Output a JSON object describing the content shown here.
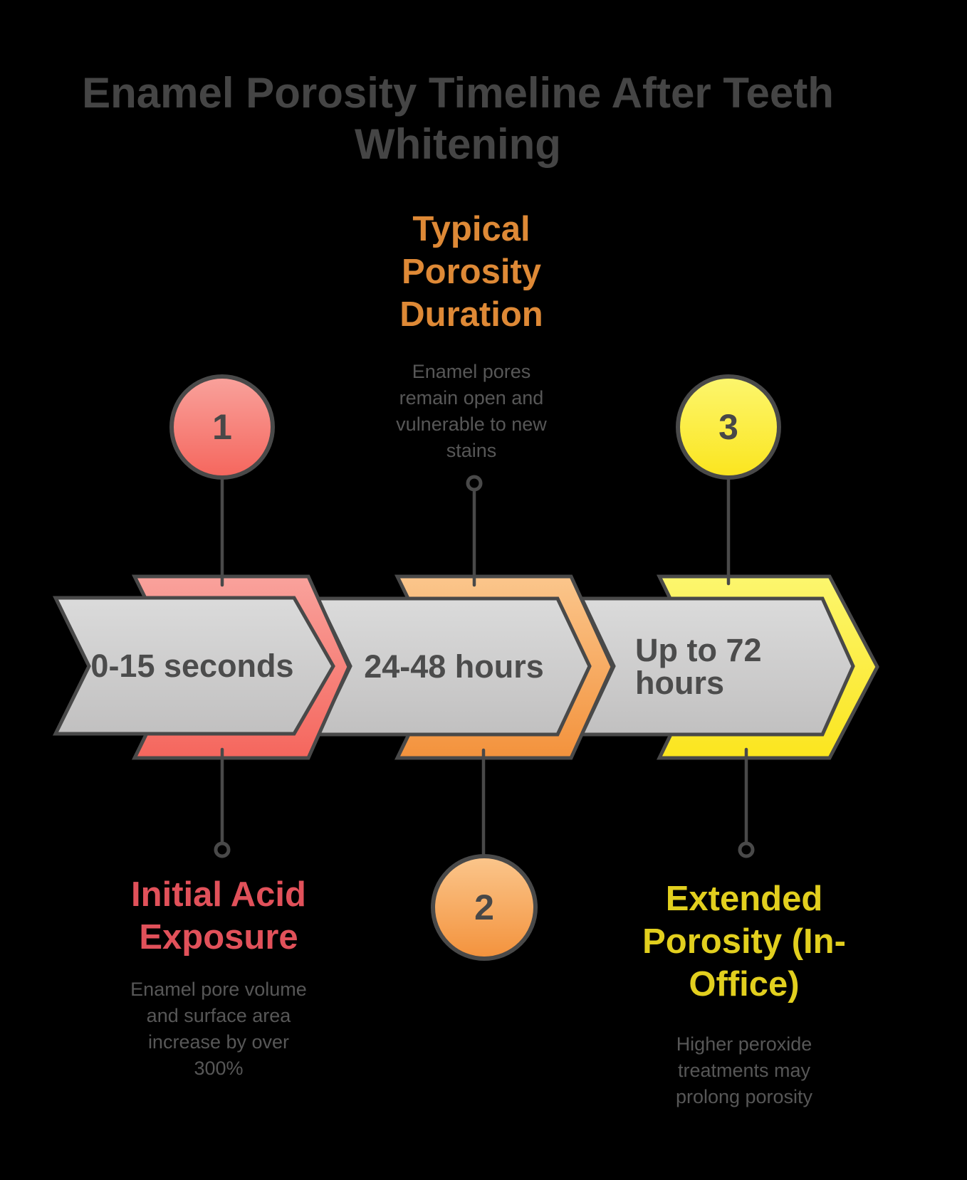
{
  "title": "Enamel Porosity Timeline After Teeth Whitening",
  "steps": [
    {
      "number": "1",
      "label": "0-15 seconds",
      "heading": "Initial Acid Exposure",
      "description": "Enamel pore volume and surface area increase by over 300%",
      "accent_color_top": "#f9a29c",
      "accent_color_bottom": "#f5665d",
      "heading_color": "#e1515a"
    },
    {
      "number": "2",
      "label": "24-48 hours",
      "heading": "Typical Porosity Duration",
      "description": "Enamel pores remain open and vulnerable to new stains",
      "accent_color_top": "#fbc68c",
      "accent_color_bottom": "#f3923c",
      "heading_color": "#de8936"
    },
    {
      "number": "3",
      "label": "Up to 72 hours",
      "heading": "Extended Porosity (In-Office)",
      "description": "Higher peroxide treatments may prolong porosity",
      "accent_color_top": "#fcf66e",
      "accent_color_bottom": "#fbe51e",
      "heading_color": "#e2cf1e"
    }
  ],
  "colors": {
    "background": "#000000",
    "title_text": "#454545",
    "body_text": "#575757",
    "label_text": "#4c4c4c",
    "number_text": "#484848",
    "outline": "#494949",
    "arrow_fill_top": "#dbdbdb",
    "arrow_fill_bottom": "#c1c0c0"
  }
}
